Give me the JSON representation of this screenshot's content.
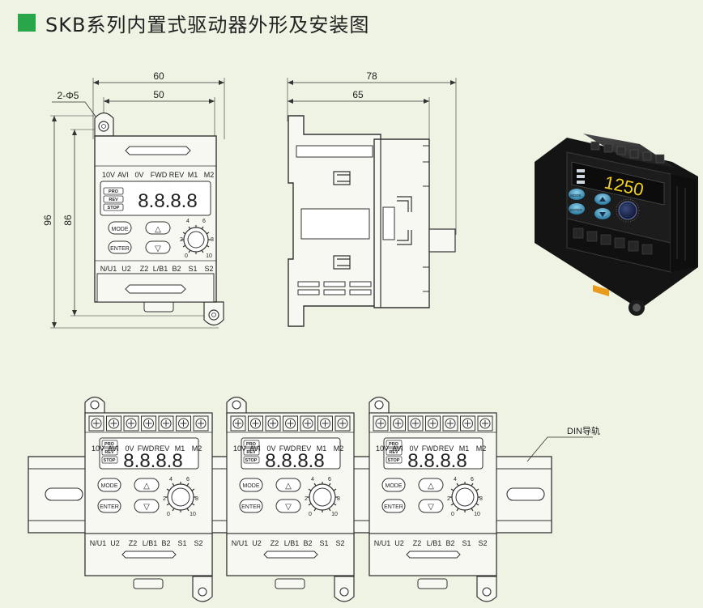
{
  "title": "SKB系列内置式驱动器外形及安装图",
  "colors": {
    "accent": "#2aa64a",
    "background": "#eef3e3",
    "line": "#333333"
  },
  "front_view": {
    "dim_width_outer": "60",
    "dim_width_inner": "50",
    "dim_hole": "2-Φ5",
    "dim_height_outer": "96",
    "dim_height_inner": "86",
    "top_terminals": [
      "10V",
      "AVI",
      "0V",
      "FWD",
      "REV",
      "M1",
      "M2"
    ],
    "bottom_terminals": [
      "N/U1",
      "U2",
      "Z2",
      "L/B1",
      "B2",
      "S1",
      "S2"
    ],
    "indicators": [
      "PRO",
      "REV",
      "STOP"
    ],
    "display": "8.8.8.8",
    "buttons": {
      "mode": "MODE",
      "enter": "ENTER",
      "up": "△",
      "down": "▽"
    },
    "knob_scale": [
      "0",
      "2",
      "4",
      "6",
      "8",
      "10"
    ]
  },
  "side_view": {
    "dim_depth_outer": "78",
    "dim_depth_inner": "65"
  },
  "photo": {
    "display_value": "1250",
    "mode": "MODE",
    "enter": "ENTER"
  },
  "din": {
    "label": "DIN导轨"
  }
}
